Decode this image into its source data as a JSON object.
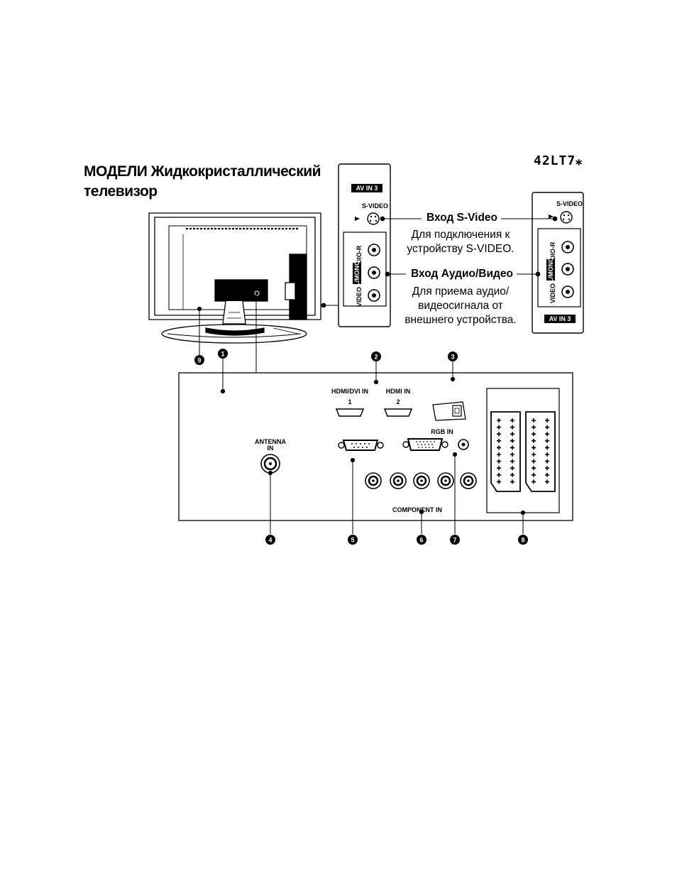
{
  "header": {
    "model_code": "42LT7⁎",
    "title": "МОДЕЛИ Жидкокристаллический телевизор"
  },
  "side_panel_left": {
    "badge": "AV IN 3",
    "svideo_label": "S-VIDEO",
    "audio_r_label": "AUDIO-R",
    "lmono_label": "L/MONO",
    "video_label": "VIDEO"
  },
  "side_panel_right": {
    "badge": "AV IN 3",
    "svideo_label": "S-VIDEO",
    "audio_r_label": "AUDIO-R",
    "lmono_label": "L/MONO",
    "video_label": "VIDEO"
  },
  "captions": {
    "svideo_heading": "Вход S-Video",
    "svideo_body": "Для подключения к устройству S-VIDEO.",
    "av_heading": "Вход Аудио/Видео",
    "av_body": "Для приема аудио/видеосигнала от внешнего устройства."
  },
  "rear_panel": {
    "hdmi_dvi_label": "HDMI/DVI IN",
    "hdmi1_num": "1",
    "hdmi_label": "HDMI IN",
    "hdmi2_num": "2",
    "rgb_label": "RGB IN",
    "antenna_label_1": "ANTENNA",
    "antenna_label_2": "IN",
    "component_label": "COMPONENT IN"
  },
  "callouts": [
    "1",
    "2",
    "3",
    "4",
    "5",
    "6",
    "7",
    "8",
    "9"
  ]
}
